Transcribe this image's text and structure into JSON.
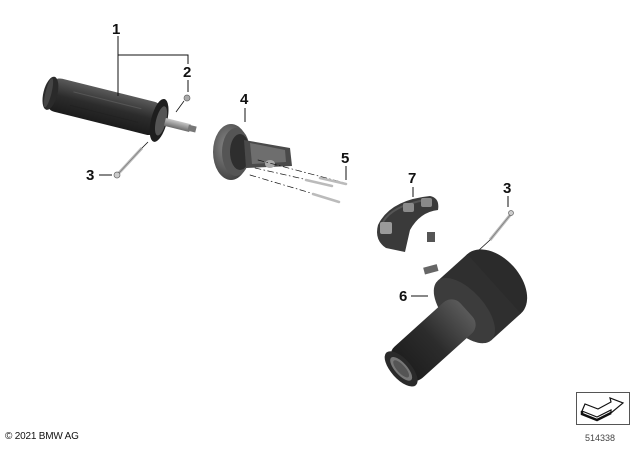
{
  "diagram": {
    "type": "exploded parts diagram",
    "subject": "Motorcycle heated handlebar grips with switch assembly",
    "callouts": [
      {
        "id": "1",
        "label": "1",
        "part": "Left heated grip (kit 1: grip + screw 2)"
      },
      {
        "id": "2",
        "label": "2",
        "part": "Small screw / bolt"
      },
      {
        "id": "3a",
        "label": "3",
        "part": "Screw (left grip)"
      },
      {
        "id": "4",
        "label": "4",
        "part": "Throttle housing / ring"
      },
      {
        "id": "5",
        "label": "5",
        "part": "Pins / screws (set)"
      },
      {
        "id": "7",
        "label": "7",
        "part": "Switch cover with buttons"
      },
      {
        "id": "3b",
        "label": "3",
        "part": "Screw (right grip)"
      },
      {
        "id": "6",
        "label": "6",
        "part": "Right heated throttle grip"
      }
    ]
  },
  "footer": {
    "copyright": "© 2021 BMW AG",
    "diagram_number": "514338",
    "nav_icon": "arrow-icon"
  },
  "colors": {
    "grip": "#3a3a3a",
    "grip_dark": "#222222",
    "grip_light": "#5a5a5a",
    "metal": "#9a9a9a",
    "line": "#111111",
    "background": "#ffffff"
  }
}
